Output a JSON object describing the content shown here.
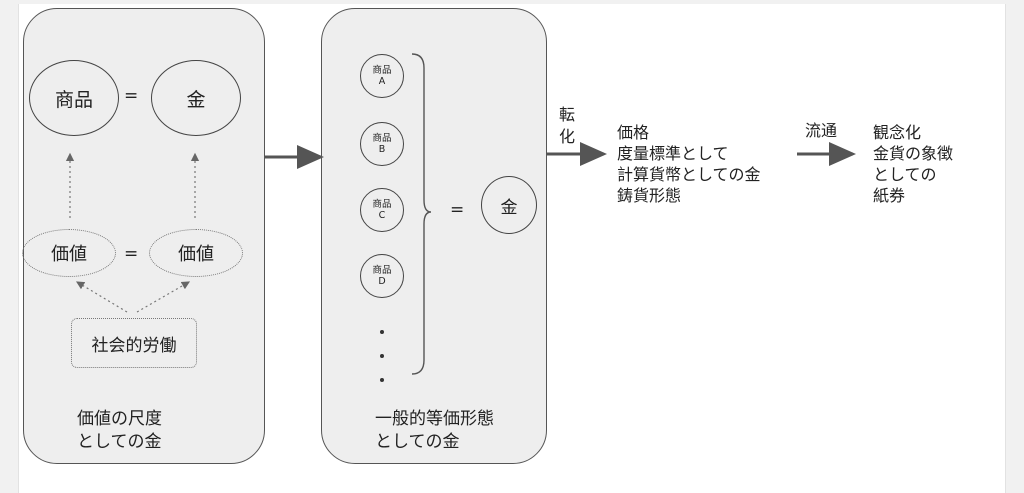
{
  "panel1": {
    "top_left": "商品",
    "top_right": "金",
    "equals": "=",
    "mid_left": "価値",
    "mid_right": "価値",
    "bottom": "社会的労働",
    "caption": "価値の尺度\nとしての金"
  },
  "panel2": {
    "items": [
      "商品\nA",
      "商品\nB",
      "商品\nC",
      "商品\nD"
    ],
    "equals": "=",
    "gold": "金",
    "caption": "一般的等価形態\nとしての金"
  },
  "arrow2_label": "転\n化",
  "stage3_text": "価格\n度量標準として\n計算貨幣としての金\n鋳貨形態",
  "arrow3_label": "流通",
  "stage4_text": "観念化\n金貨の象徴\nとしての\n紙券"
}
